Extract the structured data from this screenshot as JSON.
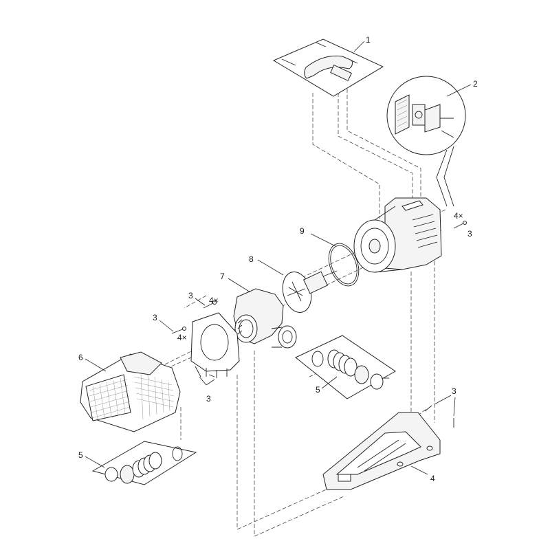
{
  "callouts": {
    "part_1": "1",
    "part_2": "2",
    "part_3": "3",
    "part_4": "4",
    "part_5": "5",
    "part_6": "6",
    "part_7": "7",
    "part_8": "8",
    "part_9": "9",
    "qty_4x": "4×"
  }
}
